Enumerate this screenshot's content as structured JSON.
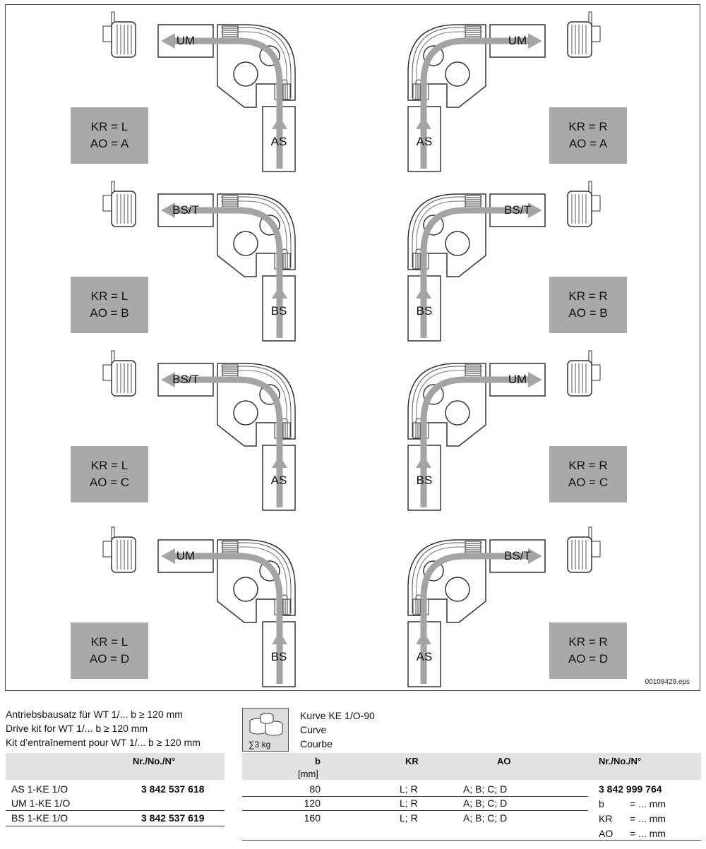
{
  "diagram": {
    "file_code": "00108429.eps",
    "cells": [
      {
        "kr": "KR = L",
        "ao": "AO = A",
        "side_label": "UM",
        "bottom_label": "AS",
        "mirror": false
      },
      {
        "kr": "KR = R",
        "ao": "AO = A",
        "side_label": "UM",
        "bottom_label": "AS",
        "mirror": true
      },
      {
        "kr": "KR = L",
        "ao": "AO = B",
        "side_label": "BS/T",
        "bottom_label": "BS",
        "mirror": false
      },
      {
        "kr": "KR = R",
        "ao": "AO = B",
        "side_label": "BS/T",
        "bottom_label": "BS",
        "mirror": true
      },
      {
        "kr": "KR = L",
        "ao": "AO = C",
        "side_label": "BS/T",
        "bottom_label": "AS",
        "mirror": false
      },
      {
        "kr": "KR = R",
        "ao": "AO = C",
        "side_label": "UM",
        "bottom_label": "BS",
        "mirror": true
      },
      {
        "kr": "KR = L",
        "ao": "AO = D",
        "side_label": "UM",
        "bottom_label": "BS",
        "mirror": false
      },
      {
        "kr": "KR = R",
        "ao": "AO = D",
        "side_label": "BS/T",
        "bottom_label": "AS",
        "mirror": true
      }
    ]
  },
  "drive_kit": {
    "title_lines": [
      "Antriebsbausatz für WT 1/...  b ≥ 120 mm",
      "Drive kit for WT 1/... b ≥ 120 mm",
      "Kit d’entraînement pour WT 1/... b ≥ 120 mm"
    ],
    "col_header": "Nr./No./N°",
    "rows": [
      {
        "name": "AS 1-KE 1/O",
        "nr": "3 842 537 618"
      },
      {
        "name": "UM 1-KE 1/O",
        "nr": ""
      },
      {
        "name": "BS 1-KE 1/O",
        "nr": "3 842 537 619"
      }
    ]
  },
  "weight_icon": {
    "label": "∑3 kg"
  },
  "curve": {
    "title_lines": [
      "Kurve KE 1/O-90",
      "Curve",
      "Courbe"
    ],
    "headers": {
      "b": "b",
      "b_unit": "[mm]",
      "kr": "KR",
      "ao": "AO",
      "nr": "Nr./No./N°"
    },
    "rows": [
      {
        "b": "80",
        "kr": "L; R",
        "ao": "A; B; C; D"
      },
      {
        "b": "120",
        "kr": "L; R",
        "ao": "A; B; C; D"
      },
      {
        "b": "160",
        "kr": "L; R",
        "ao": "A; B; C; D"
      }
    ],
    "order_number": "3 842 999 764",
    "order_fields": [
      {
        "key": "b",
        "value": "= ... mm"
      },
      {
        "key": "KR",
        "value": "= ... mm"
      },
      {
        "key": "AO",
        "value": "= ... mm"
      }
    ]
  }
}
